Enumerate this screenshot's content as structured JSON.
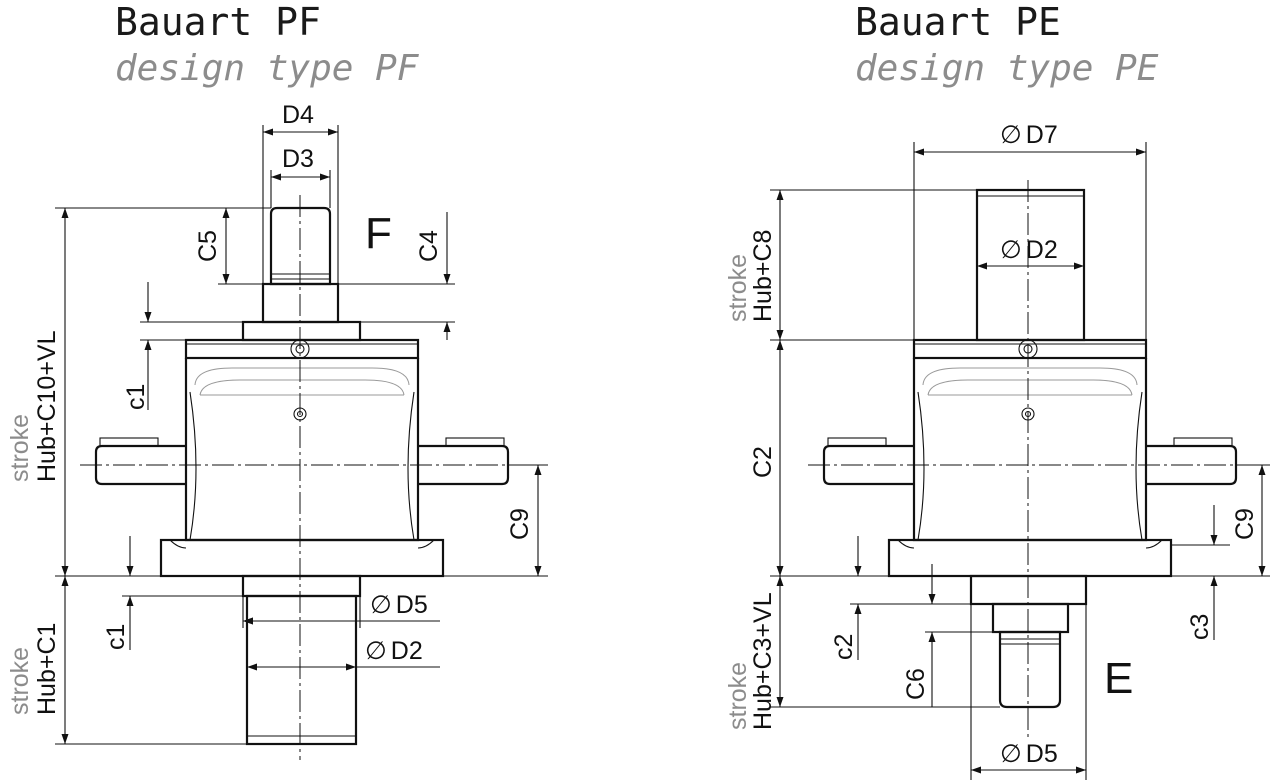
{
  "pf": {
    "title": "Bauart PF",
    "subtitle": "design type PF",
    "labels": {
      "D4": "D4",
      "D3": "D3",
      "C5": "C5",
      "F": "F",
      "C4": "C4",
      "c1_top": "c1",
      "stroke_top": "stroke",
      "hub_top": "Hub+C10+VL",
      "C9": "C9",
      "c1_bottom": "c1",
      "D5": "D5",
      "D2": "D2",
      "stroke_bottom": "stroke",
      "hub_bottom": "Hub+C1"
    }
  },
  "pe": {
    "title": "Bauart PE",
    "subtitle": "design type PE",
    "labels": {
      "D7": "D7",
      "D2": "D2",
      "stroke_top": "stroke",
      "hub_top": "Hub+C8",
      "C2": "C2",
      "C9": "C9",
      "c3": "c3",
      "c2": "c2",
      "stroke_bottom": "stroke",
      "hub_bottom": "Hub+C3+VL",
      "C6": "C6",
      "E": "E",
      "D5": "D5"
    }
  },
  "symbols": {
    "diameter": "∅"
  }
}
